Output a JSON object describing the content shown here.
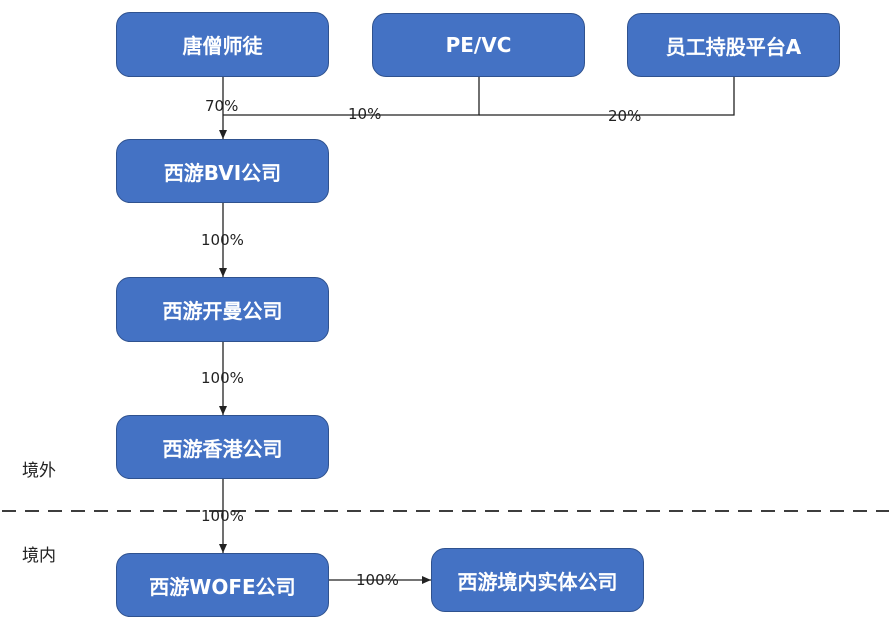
{
  "nodes": {
    "tangseng": "唐僧师徒",
    "pevc": "PE/VC",
    "esop": "员工持股平台A",
    "bvi": "西游BVI公司",
    "cayman": "西游开曼公司",
    "hk": "西游香港公司",
    "wofe": "西游WOFE公司",
    "domestic": "西游境内实体公司"
  },
  "edges": {
    "tangseng_bvi": "70%",
    "pevc_bvi": "10%",
    "esop_bvi": "20%",
    "bvi_cayman": "100%",
    "cayman_hk": "100%",
    "hk_wofe": "100%",
    "wofe_domestic": "100%"
  },
  "regions": {
    "offshore": "境外",
    "onshore": "境内"
  },
  "colors": {
    "box_fill": "#4472c4",
    "box_border": "#2f528f",
    "line": "#222222"
  }
}
